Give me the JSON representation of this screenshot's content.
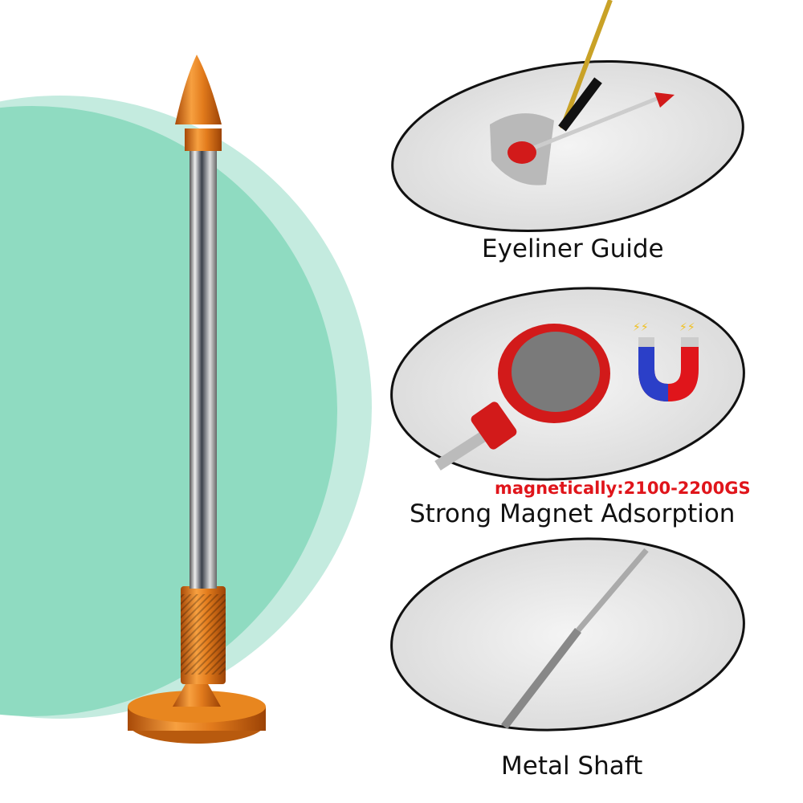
{
  "features": [
    {
      "caption": "Eyeliner Guide"
    },
    {
      "caption": "Strong Magnet Adsorption",
      "spec": "magnetically:2100-2200GS"
    },
    {
      "caption": "Metal Shaft"
    }
  ],
  "colors": {
    "background_circle_light": "#c4ebdf",
    "background_circle": "#8fdbc1",
    "product_orange": "#e07a1c",
    "magnet_red": "#e0151b",
    "magnet_blue": "#2b3fc8"
  }
}
